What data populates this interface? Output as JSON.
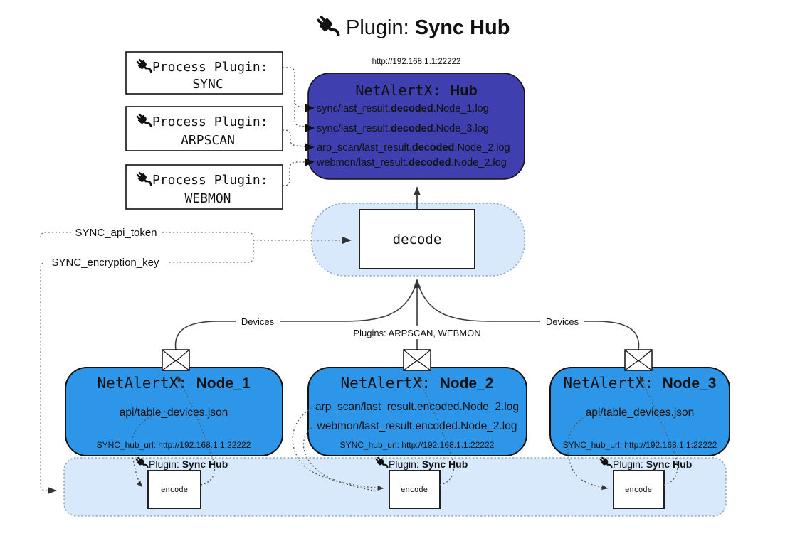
{
  "title": {
    "prefix": "Plugin: ",
    "name": "Sync Hub"
  },
  "process_plugins": [
    {
      "label": "Process Plugin:",
      "name": "SYNC"
    },
    {
      "label": "Process Plugin:",
      "name": "ARPSCAN"
    },
    {
      "label": "Process Plugin:",
      "name": "WEBMON"
    }
  ],
  "hub": {
    "url": "http://192.168.1.1:22222",
    "title_prefix": "NetAlertX: ",
    "title": "Hub",
    "logs": [
      {
        "pre": "sync/last_result.",
        "bold": "decoded",
        "post": ".Node_1.log"
      },
      {
        "pre": "sync/last_result.",
        "bold": "decoded",
        "post": ".Node_3.log"
      },
      {
        "pre": "arp_scan/last_result.",
        "bold": "decoded",
        "post": ".Node_2.log"
      },
      {
        "pre": "webmon/last_result.",
        "bold": "decoded",
        "post": ".Node_2.log"
      }
    ]
  },
  "decode_label": "decode",
  "secrets": {
    "api_token": "SYNC_api_token",
    "encryption_key": "SYNC_encryption_key"
  },
  "edge_labels": {
    "devices_left": "Devices",
    "plugins_mid": "Plugins: ARPSCAN, WEBMON",
    "devices_right": "Devices"
  },
  "nodes": [
    {
      "title_prefix": "NetAlertX: ",
      "title": "Node_1",
      "files": [
        "api/table_devices.json"
      ],
      "hub_url": "SYNC_hub_url: http://192.168.1.1:22222"
    },
    {
      "title_prefix": "NetAlertX: ",
      "title": "Node_2",
      "files": [
        "arp_scan/last_result.encoded.Node_2.log",
        "webmon/last_result.encoded.Node_2.log"
      ],
      "hub_url": "SYNC_hub_url: http://192.168.1.1:22222"
    },
    {
      "title_prefix": "NetAlertX: ",
      "title": "Node_3",
      "files": [
        "api/table_devices.json"
      ],
      "hub_url": "SYNC_hub_url: http://192.168.1.1:22222"
    }
  ],
  "encoders": [
    {
      "plugin_prefix": "Plugin: ",
      "plugin_name": "Sync Hub",
      "label": "encode"
    },
    {
      "plugin_prefix": "Plugin: ",
      "plugin_name": "Sync Hub",
      "label": "encode"
    },
    {
      "plugin_prefix": "Plugin: ",
      "plugin_name": "Sync Hub",
      "label": "encode"
    }
  ],
  "colors": {
    "hub_fill": "#3F3FB0",
    "node_fill": "#2D96E8",
    "container_fill": "#D8E9FB",
    "container_border": "#8FA9C6",
    "hub_text": "#E9E9F9",
    "node_text": "#E8F3FD",
    "line": "#3B3B3B"
  }
}
